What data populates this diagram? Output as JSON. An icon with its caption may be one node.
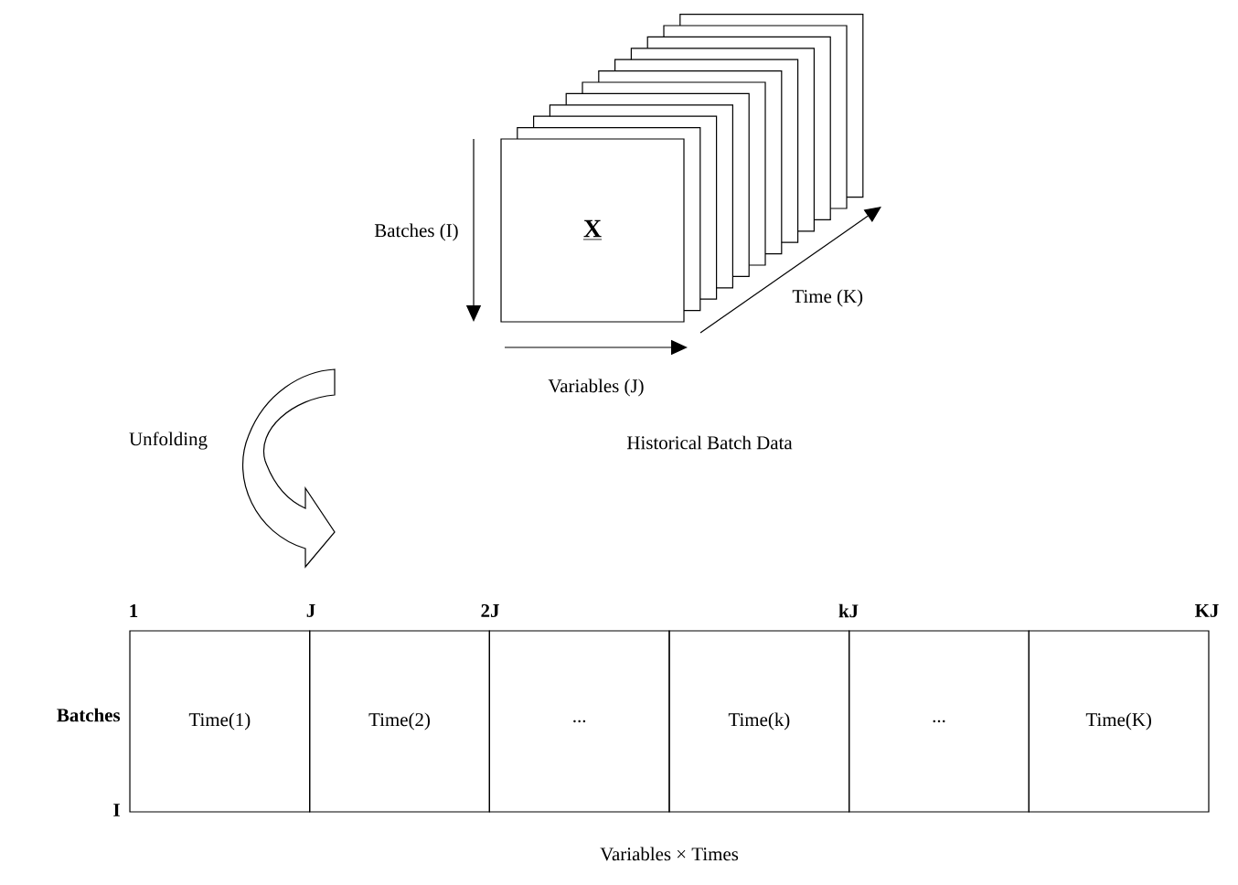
{
  "diagram": {
    "nodes": [
      {
        "text": [
          "X"
        ]
      },
      {
        "text": [
          "Time(1)"
        ]
      },
      {
        "text": [
          "Time(2)"
        ]
      },
      {
        "text": [
          "..."
        ]
      },
      {
        "text": [
          "Time(k)"
        ]
      },
      {
        "text": [
          "..."
        ]
      },
      {
        "text": [
          "Time(K)"
        ]
      }
    ],
    "labels": [
      "Batches (I)",
      "Time (K)",
      "Variables (J)",
      "Unfolding",
      "Historical Batch Data",
      "1",
      "J",
      "2J",
      "kJ",
      "KJ",
      "Batches",
      "I",
      "Variables × Times"
    ]
  }
}
